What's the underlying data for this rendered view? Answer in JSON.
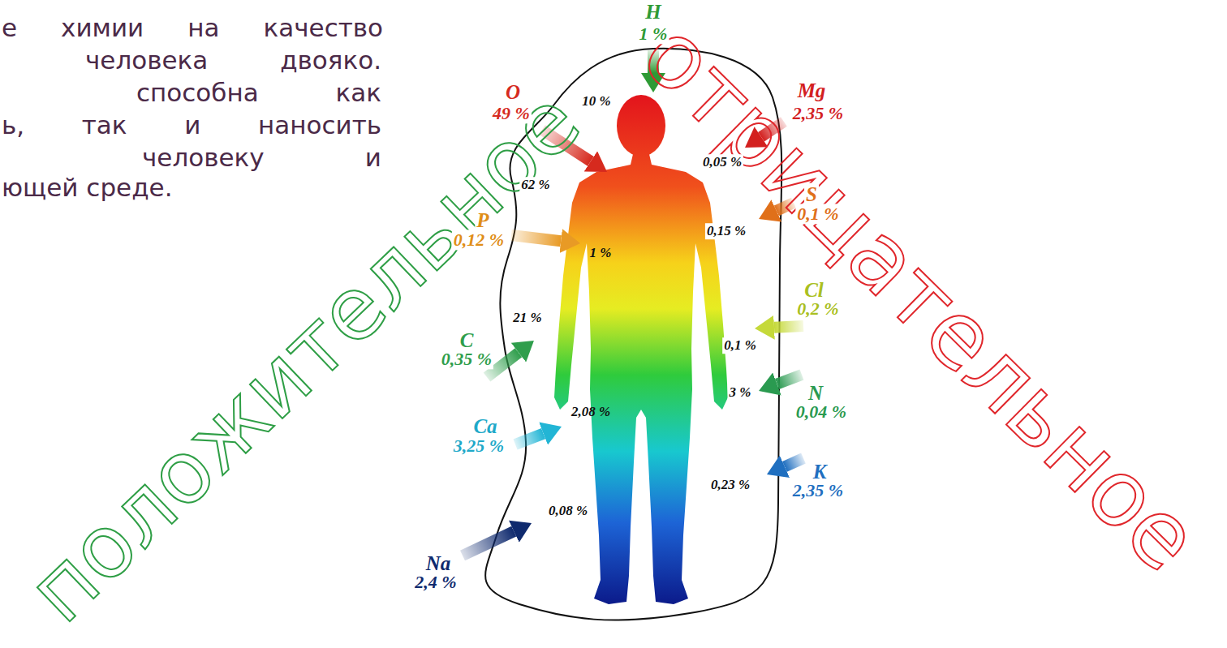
{
  "diagram": {
    "labels": [
      "е химии на качество",
      "человека двояко.",
      "способна как",
      "ь, так и наносить",
      "человеку и",
      "ющей среде.",
      "H",
      "1 %",
      "O",
      "49 %",
      "Mg",
      "2,35 %",
      "S",
      "0,1 %",
      "P",
      "0,12 %",
      "Cl",
      "0,2 %",
      "C",
      "0,35 %",
      "N",
      "0,04 %",
      "Ca",
      "3,25 %",
      "K",
      "2,35 %",
      "Na",
      "2,4 %",
      "10 %",
      "62 %",
      "0,05 %",
      "0,15 %",
      "1 %",
      "0,1 %",
      "21 %",
      "3 %",
      "2,08 %",
      "0,23 %",
      "0,08 %",
      "положительное",
      "отрицательное"
    ]
  }
}
